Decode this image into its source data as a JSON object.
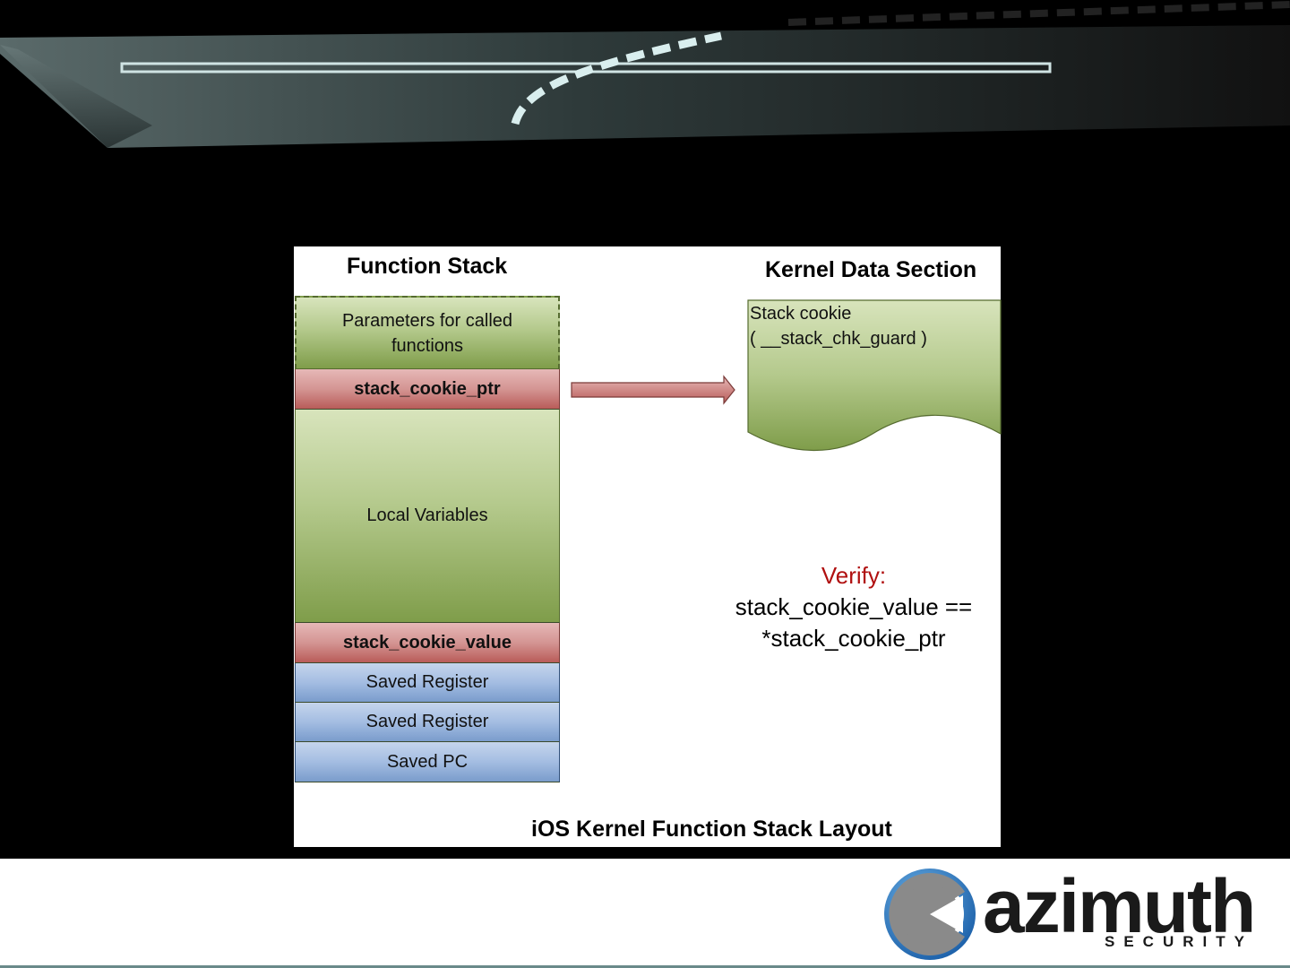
{
  "diagram": {
    "function_stack_title": "Function Stack",
    "kernel_section_title": "Kernel Data Section",
    "caption": "iOS Kernel Function Stack Layout",
    "stack_blocks": [
      {
        "label": "Parameters for called functions",
        "kind": "green-dashed"
      },
      {
        "label": "stack_cookie_ptr",
        "kind": "red"
      },
      {
        "label": "Local Variables",
        "kind": "green"
      },
      {
        "label": "stack_cookie_value",
        "kind": "red"
      },
      {
        "label": "Saved Register",
        "kind": "blue"
      },
      {
        "label": "Saved Register",
        "kind": "blue"
      },
      {
        "label": "Saved PC",
        "kind": "blue"
      }
    ],
    "cookie": {
      "line1": "Stack cookie",
      "line2": "( __stack_chk_guard )"
    },
    "verify": {
      "label": "Verify:",
      "line1": "stack_cookie_value ==",
      "line2": "*stack_cookie_ptr"
    }
  },
  "logo": {
    "word": "azimuth",
    "sub": "SECURITY"
  },
  "colors": {
    "green": "#9bb566",
    "red": "#d49593",
    "blue": "#a4bde2",
    "verify_red": "#b01010"
  }
}
